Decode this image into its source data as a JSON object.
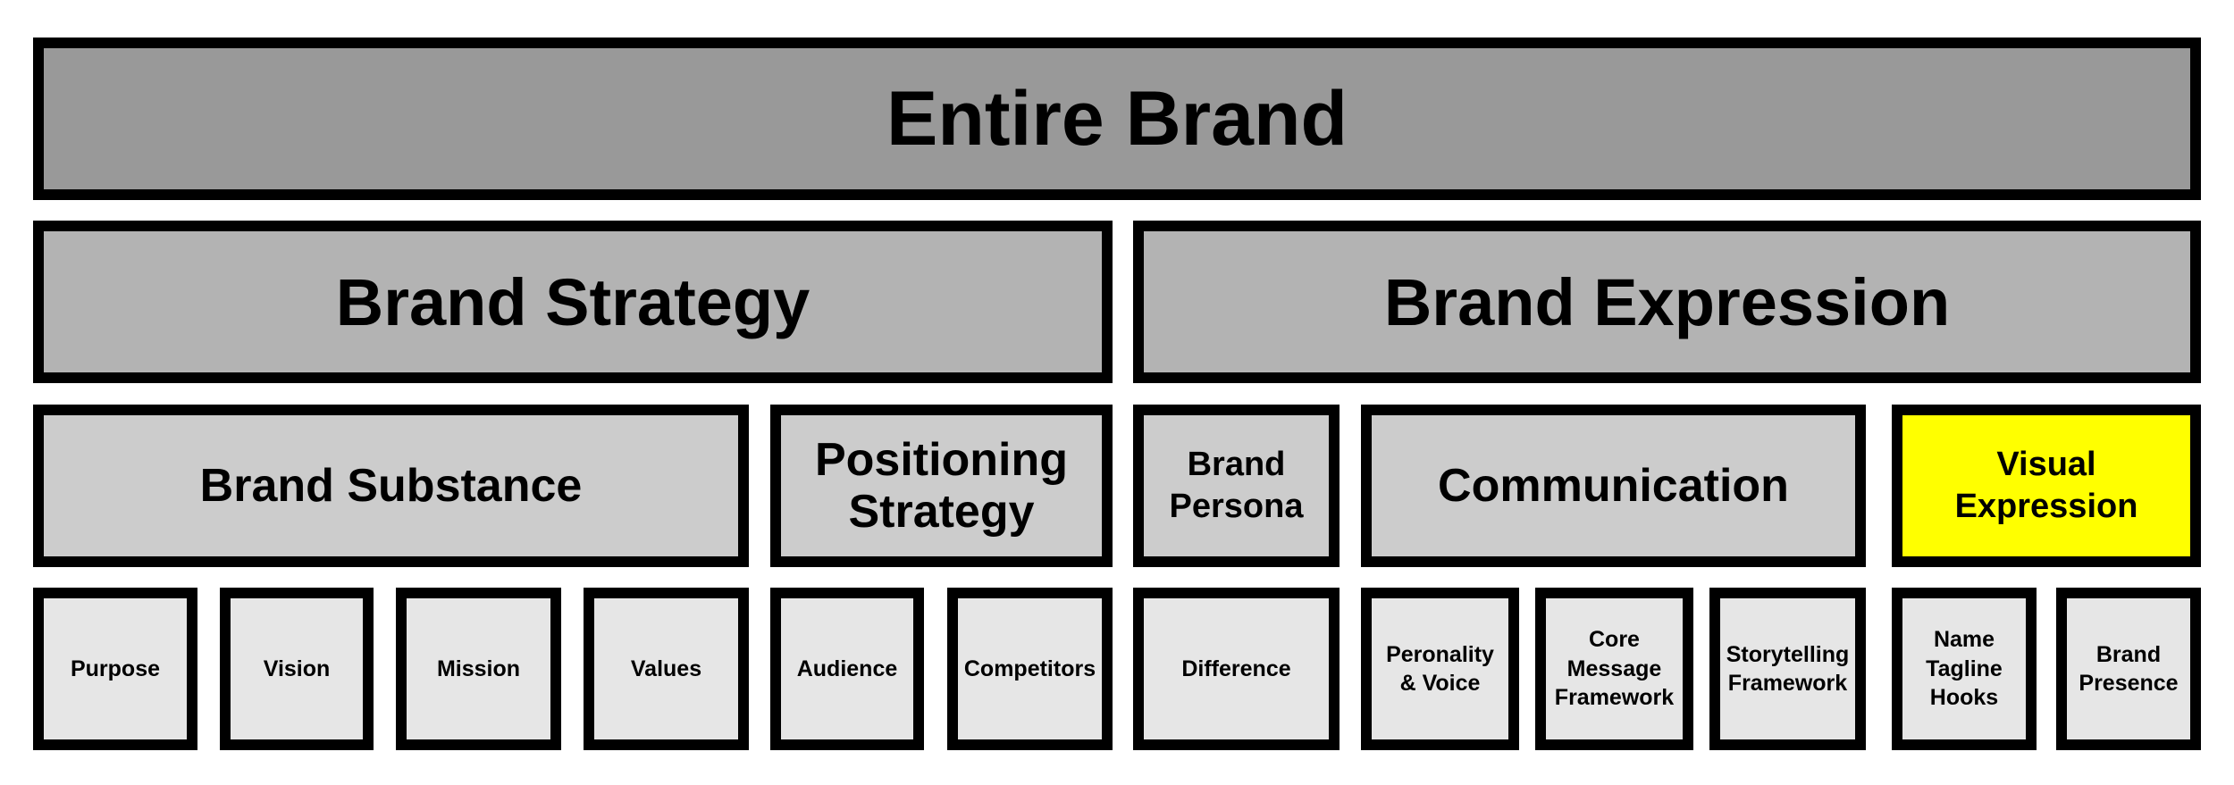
{
  "colors": {
    "level0": "#999999",
    "level1": "#b3b3b3",
    "level2": "#cccccc",
    "level3": "#e6e6e6",
    "highlight": "#ffff00",
    "border": "#000000"
  },
  "top": {
    "label": "Entire Brand"
  },
  "strategy": {
    "label": "Brand Strategy",
    "substance": {
      "label": "Brand Substance",
      "items": [
        "Purpose",
        "Vision",
        "Mission",
        "Values"
      ]
    },
    "positioning": {
      "label": "Positioning\nStrategy",
      "items": [
        "Audience",
        "Competitors"
      ]
    }
  },
  "expression": {
    "label": "Brand Expression",
    "persona": {
      "label": "Brand\nPersona",
      "items": [
        "Difference"
      ]
    },
    "communication": {
      "label": "Communication",
      "items": [
        "Peronality\n& Voice",
        "Core\nMessage\nFramework",
        "Storytelling\nFramework"
      ]
    },
    "visual": {
      "label": "Visual\nExpression",
      "items": [
        "Name\nTagline\nHooks",
        "Brand\nPresence"
      ]
    }
  }
}
